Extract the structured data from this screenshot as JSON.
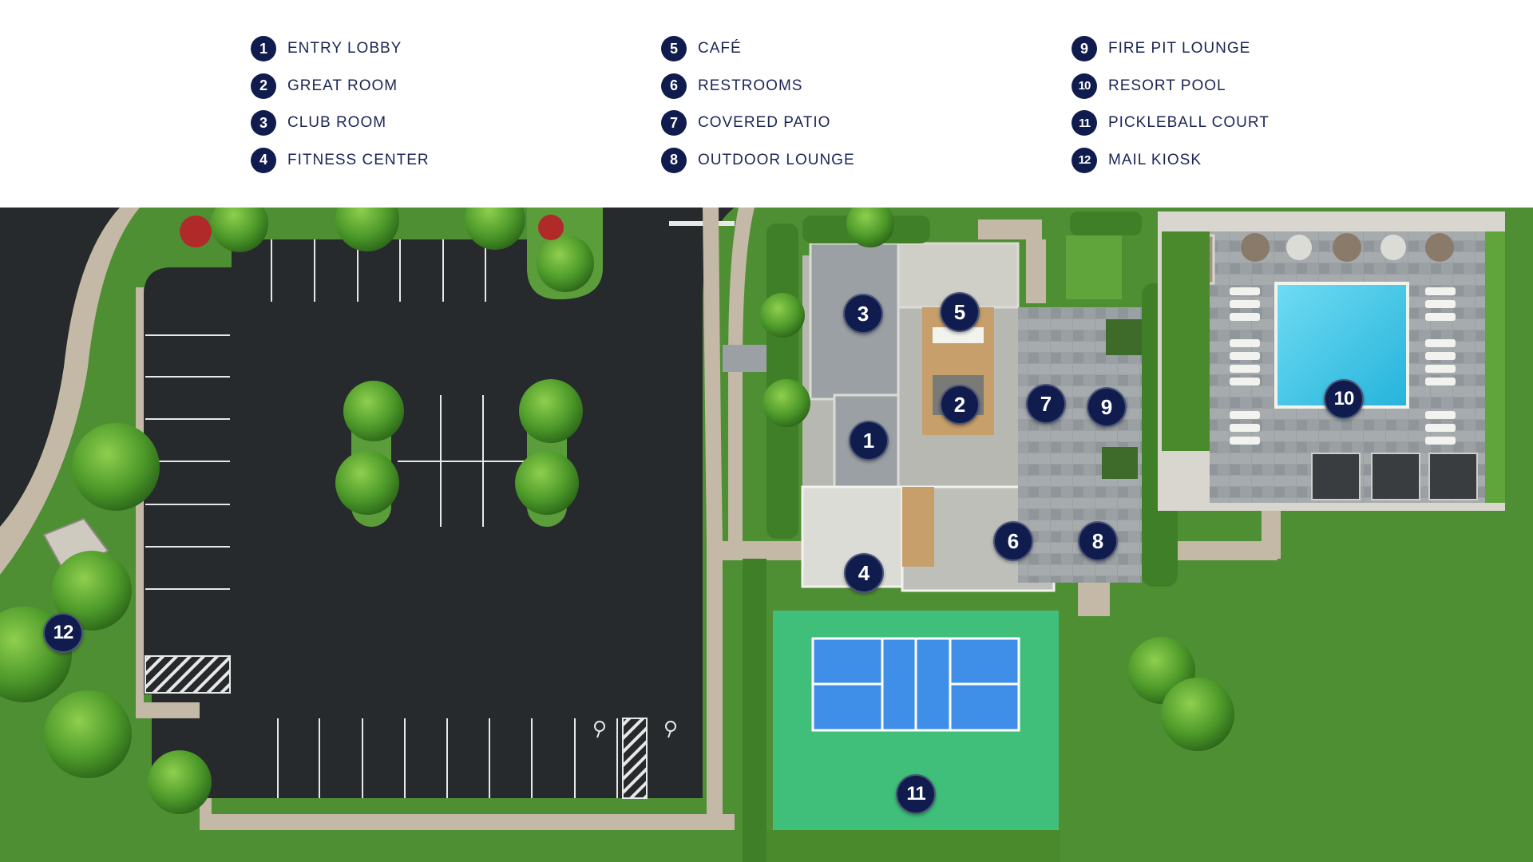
{
  "legend": {
    "columns": [
      {
        "items": [
          {
            "number": "1",
            "label": "ENTRY LOBBY"
          },
          {
            "number": "2",
            "label": "GREAT ROOM"
          },
          {
            "number": "3",
            "label": "CLUB ROOM"
          },
          {
            "number": "4",
            "label": "FITNESS CENTER"
          }
        ]
      },
      {
        "items": [
          {
            "number": "5",
            "label": "CAFÉ"
          },
          {
            "number": "6",
            "label": "RESTROOMS"
          },
          {
            "number": "7",
            "label": "COVERED PATIO"
          },
          {
            "number": "8",
            "label": "OUTDOOR LOUNGE"
          }
        ]
      },
      {
        "items": [
          {
            "number": "9",
            "label": "FIRE PIT LOUNGE"
          },
          {
            "number": "10",
            "label": "RESORT POOL"
          },
          {
            "number": "11",
            "label": "PICKLEBALL COURT"
          },
          {
            "number": "12",
            "label": "MAIL KIOSK"
          }
        ]
      }
    ]
  },
  "map": {
    "markers": [
      {
        "number": "1"
      },
      {
        "number": "2"
      },
      {
        "number": "3"
      },
      {
        "number": "4"
      },
      {
        "number": "5"
      },
      {
        "number": "6"
      },
      {
        "number": "7"
      },
      {
        "number": "8"
      },
      {
        "number": "9"
      },
      {
        "number": "10"
      },
      {
        "number": "11"
      },
      {
        "number": "12"
      }
    ],
    "icons": [
      "ev-charging-icon",
      "ev-charging-icon"
    ]
  },
  "colors": {
    "badge": "#0f1c4d",
    "legend_text": "#1b2555",
    "grass": "#4f8f34",
    "asphalt": "#262a2c",
    "pool_water": "#3fc7e6",
    "court_blue": "#3f8fe8",
    "court_green": "#3fbf7a",
    "paving": "#9aa0a3"
  }
}
